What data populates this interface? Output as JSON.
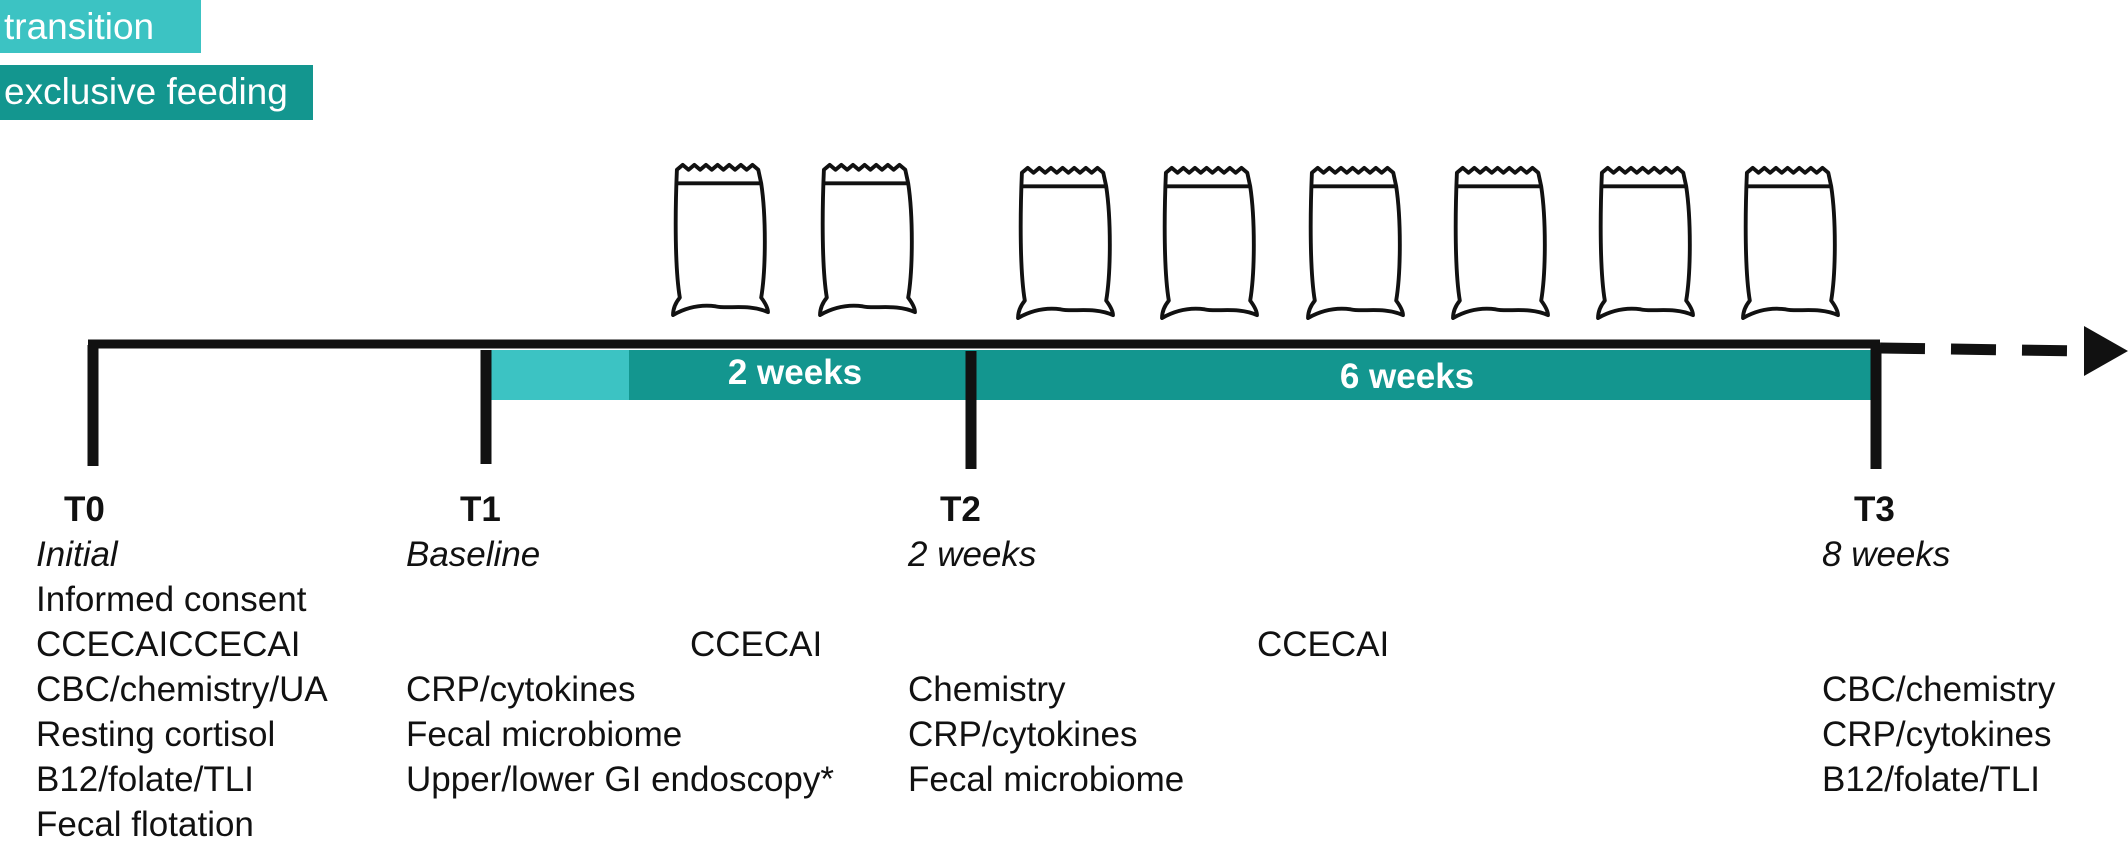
{
  "colors": {
    "transition": "#3cc3c3",
    "exclusive_feeding": "#13968f",
    "line": "#111111"
  },
  "legend": {
    "transition": "transition",
    "exclusive_feeding": "exclusive feeding"
  },
  "phases": {
    "first_label": "2 weeks",
    "second_label": "6 weeks"
  },
  "food_bag_icons": [
    "food-bag-icon",
    "food-bag-icon",
    "food-bag-icon",
    "food-bag-icon",
    "food-bag-icon",
    "food-bag-icon",
    "food-bag-icon",
    "food-bag-icon"
  ],
  "timepoints": [
    {
      "label": "T0",
      "sublabel": "Initial",
      "items": [
        "Informed consent",
        "CCECAICCECAI",
        "CBC/chemistry/UA",
        "Resting cortisol",
        "B12/folate/TLI",
        "Fecal flotation"
      ]
    },
    {
      "label": "T1",
      "sublabel": "Baseline",
      "items": [
        "CRP/cytokines",
        "Fecal microbiome",
        "Upper/lower GI endoscopy*"
      ]
    },
    {
      "label": "T2",
      "sublabel": "2 weeks",
      "items": [
        "Chemistry",
        "CRP/cytokines",
        "Fecal microbiome"
      ]
    },
    {
      "label": "T3",
      "sublabel": "8 weeks",
      "items": [
        "CBC/chemistry",
        "CRP/cytokines",
        "B12/folate/TLI"
      ]
    }
  ],
  "interval_notes": [
    "CCECAI",
    "CCECAI"
  ]
}
